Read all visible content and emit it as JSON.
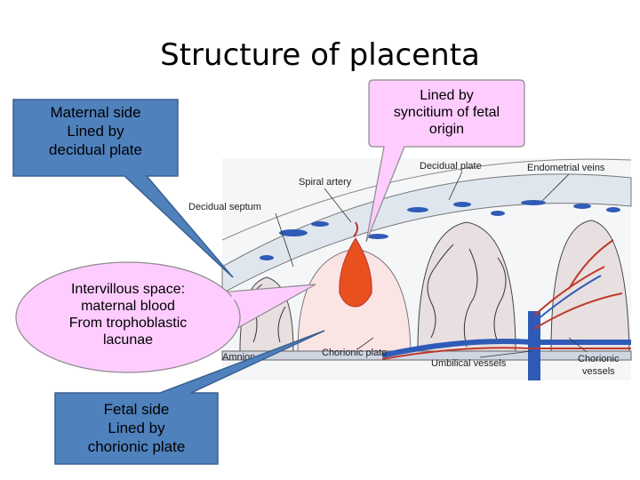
{
  "title": "Structure of placenta",
  "callouts": {
    "maternal": {
      "lines": [
        "Maternal side",
        "Lined by",
        "decidual plate"
      ],
      "fill": "#4f81bd"
    },
    "syncitium": {
      "lines": [
        "Lined by",
        "syncitium of fetal",
        "origin"
      ],
      "fill": "#ffccff"
    },
    "intervillous": {
      "lines": [
        "Intervillous space:",
        "maternal blood",
        "From trophoblastic",
        "lacunae"
      ],
      "fill": "#ffccff"
    },
    "fetal": {
      "lines": [
        "Fetal side",
        "Lined by",
        "chorionic plate"
      ],
      "fill": "#4f81bd"
    }
  },
  "diagram_labels": {
    "decidual_plate": "Decidual plate",
    "endometrial_veins": "Endometrial veins",
    "spiral_artery": "Spiral artery",
    "decidual_septum": "Decidual septum",
    "amnion": "Amnion",
    "chorionic_plate": "Chorionic plate",
    "umbilical_vessels": "Umbilical vessels",
    "chorionic_vessels_1": "Chorionic",
    "chorionic_vessels_2": "vessels"
  }
}
